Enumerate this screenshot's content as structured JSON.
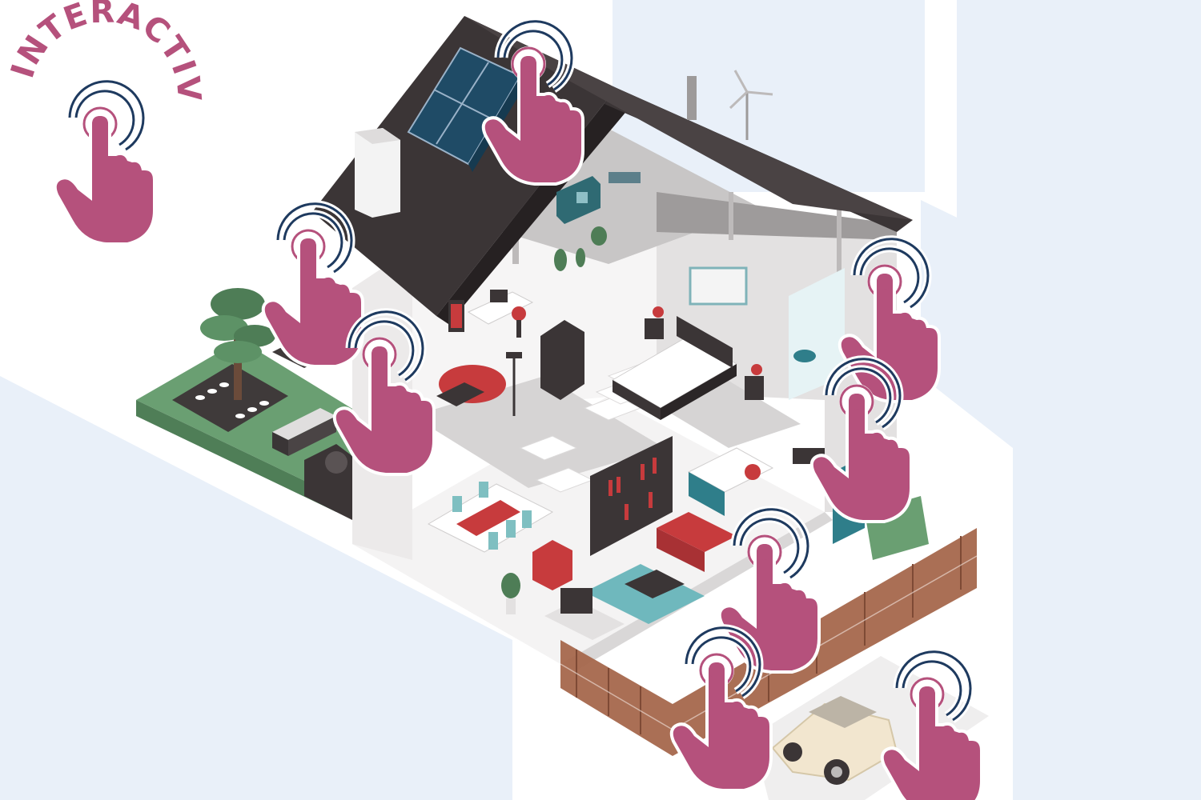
{
  "badge": {
    "text": "INTERACTIVE",
    "icon": "tap-hand-icon"
  },
  "colors": {
    "accent": "#b5517c",
    "ring": "#1e3a5f",
    "background_panel": "#e9f0f9",
    "roof": "#3b3536",
    "wall": "#e3e1e1",
    "floor": "#f2f1f1",
    "lawn": "#6a9f72",
    "fence": "#a5674c",
    "furniture_red": "#c73b3d",
    "teal": "#2f7e8a"
  },
  "hotspots": [
    {
      "id": "solar-panels",
      "icon": "tap-hand-icon"
    },
    {
      "id": "home-office",
      "icon": "tap-hand-icon"
    },
    {
      "id": "dining-corner",
      "icon": "tap-hand-icon"
    },
    {
      "id": "bathroom",
      "icon": "tap-hand-icon"
    },
    {
      "id": "kitchen",
      "icon": "tap-hand-icon"
    },
    {
      "id": "living-room",
      "icon": "tap-hand-icon"
    },
    {
      "id": "garden-gate",
      "icon": "tap-hand-icon"
    },
    {
      "id": "electric-car",
      "icon": "tap-hand-icon"
    }
  ]
}
